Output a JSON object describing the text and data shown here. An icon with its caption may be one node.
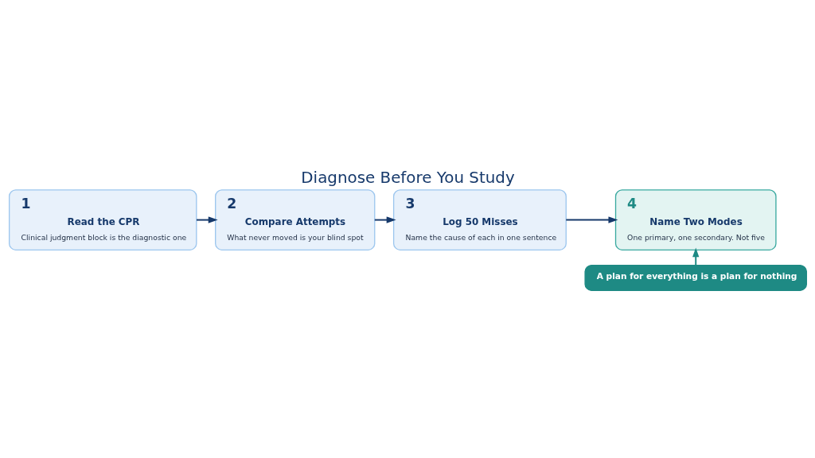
{
  "diagram": {
    "title": "Diagnose Before You Study",
    "nodes": [
      {
        "text": [
          "1",
          "Read the CPR",
          "Clinical judgment block is the diagnostic one"
        ]
      },
      {
        "text": [
          "2",
          "Compare Attempts",
          "What never moved is your blind spot"
        ]
      },
      {
        "text": [
          "3",
          "Log 50 Misses",
          "Name the cause of each in one sentence"
        ]
      },
      {
        "text": [
          "4",
          "Name Two Modes",
          "One primary, one secondary. Not five"
        ]
      },
      {
        "text": [
          "A plan for everything is a plan for nothing"
        ]
      }
    ],
    "edges": [
      {
        "from": 0,
        "to": 1,
        "arrow": "to"
      },
      {
        "from": 1,
        "to": 2,
        "arrow": "to"
      },
      {
        "from": 2,
        "to": 3,
        "arrow": "to"
      },
      {
        "from": 4,
        "to": 3,
        "arrow": "to"
      }
    ]
  }
}
